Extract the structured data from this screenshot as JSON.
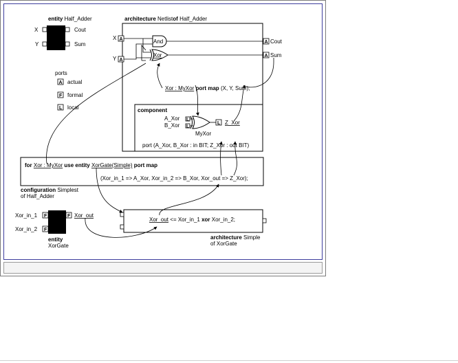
{
  "entity_half_adder": {
    "kw": "entity",
    "name": "Half_Adder",
    "port_x": "X",
    "port_y": "Y",
    "port_cout": "Cout",
    "port_sum": "Sum"
  },
  "legend": {
    "title": "ports",
    "a_letter": "A",
    "a_label": "actual",
    "f_letter": "F",
    "f_label": "formal",
    "l_letter": "L",
    "l_label": "local"
  },
  "architecture_netlist": {
    "kw": "architecture",
    "name": "Netlist",
    "of_kw": "of",
    "entity": "Half_Adder",
    "port_x": "X",
    "port_y": "Y",
    "gate_and": "And",
    "gate_xor": "Xor",
    "out_cout": "Cout",
    "out_sum": "Sum",
    "letter_a": "A"
  },
  "instance_stmt": {
    "label": "Xor : MyXor",
    "kw": "port map",
    "args": "(X, Y, Sum);"
  },
  "component": {
    "kw": "component",
    "in_a": "A_Xor",
    "in_b": "B_Xor",
    "gate_name": "MyXor",
    "out": "Z_Xor",
    "letter_l": "L",
    "port_line": "port (A_Xor, B_Xor : in BIT; Z_Xor : out BIT)"
  },
  "configuration": {
    "for_kw": "for",
    "inst": "Xor : MyXor",
    "use_kw": "use entity",
    "target": "XorGate(Simple)",
    "pm_kw": "port map",
    "mapping": "(Xor_in_1 => A_Xor, Xor_in_2 => B_Xor, Xor_out => Z_Xor);",
    "label_kw": "configuration",
    "label_name": "Simplest",
    "label_of": "of Half_Adder"
  },
  "entity_xorgate": {
    "in1": "Xor_in_1",
    "in2": "Xor_in_2",
    "out": "Xor_out",
    "letter_f": "F",
    "kw": "entity",
    "name": "XorGate"
  },
  "architecture_simple": {
    "stmt_lhs": "Xor_out",
    "stmt_mid": "<= Xor_in_1",
    "stmt_op": "xor",
    "stmt_rhs": "Xor_in_2;",
    "kw": "architecture",
    "name": "Simple",
    "of_line": "of XorGate"
  },
  "colors": {
    "ink": "#000000",
    "frame": "#3c3c9c",
    "caption_bar": "#f4f4f4"
  }
}
